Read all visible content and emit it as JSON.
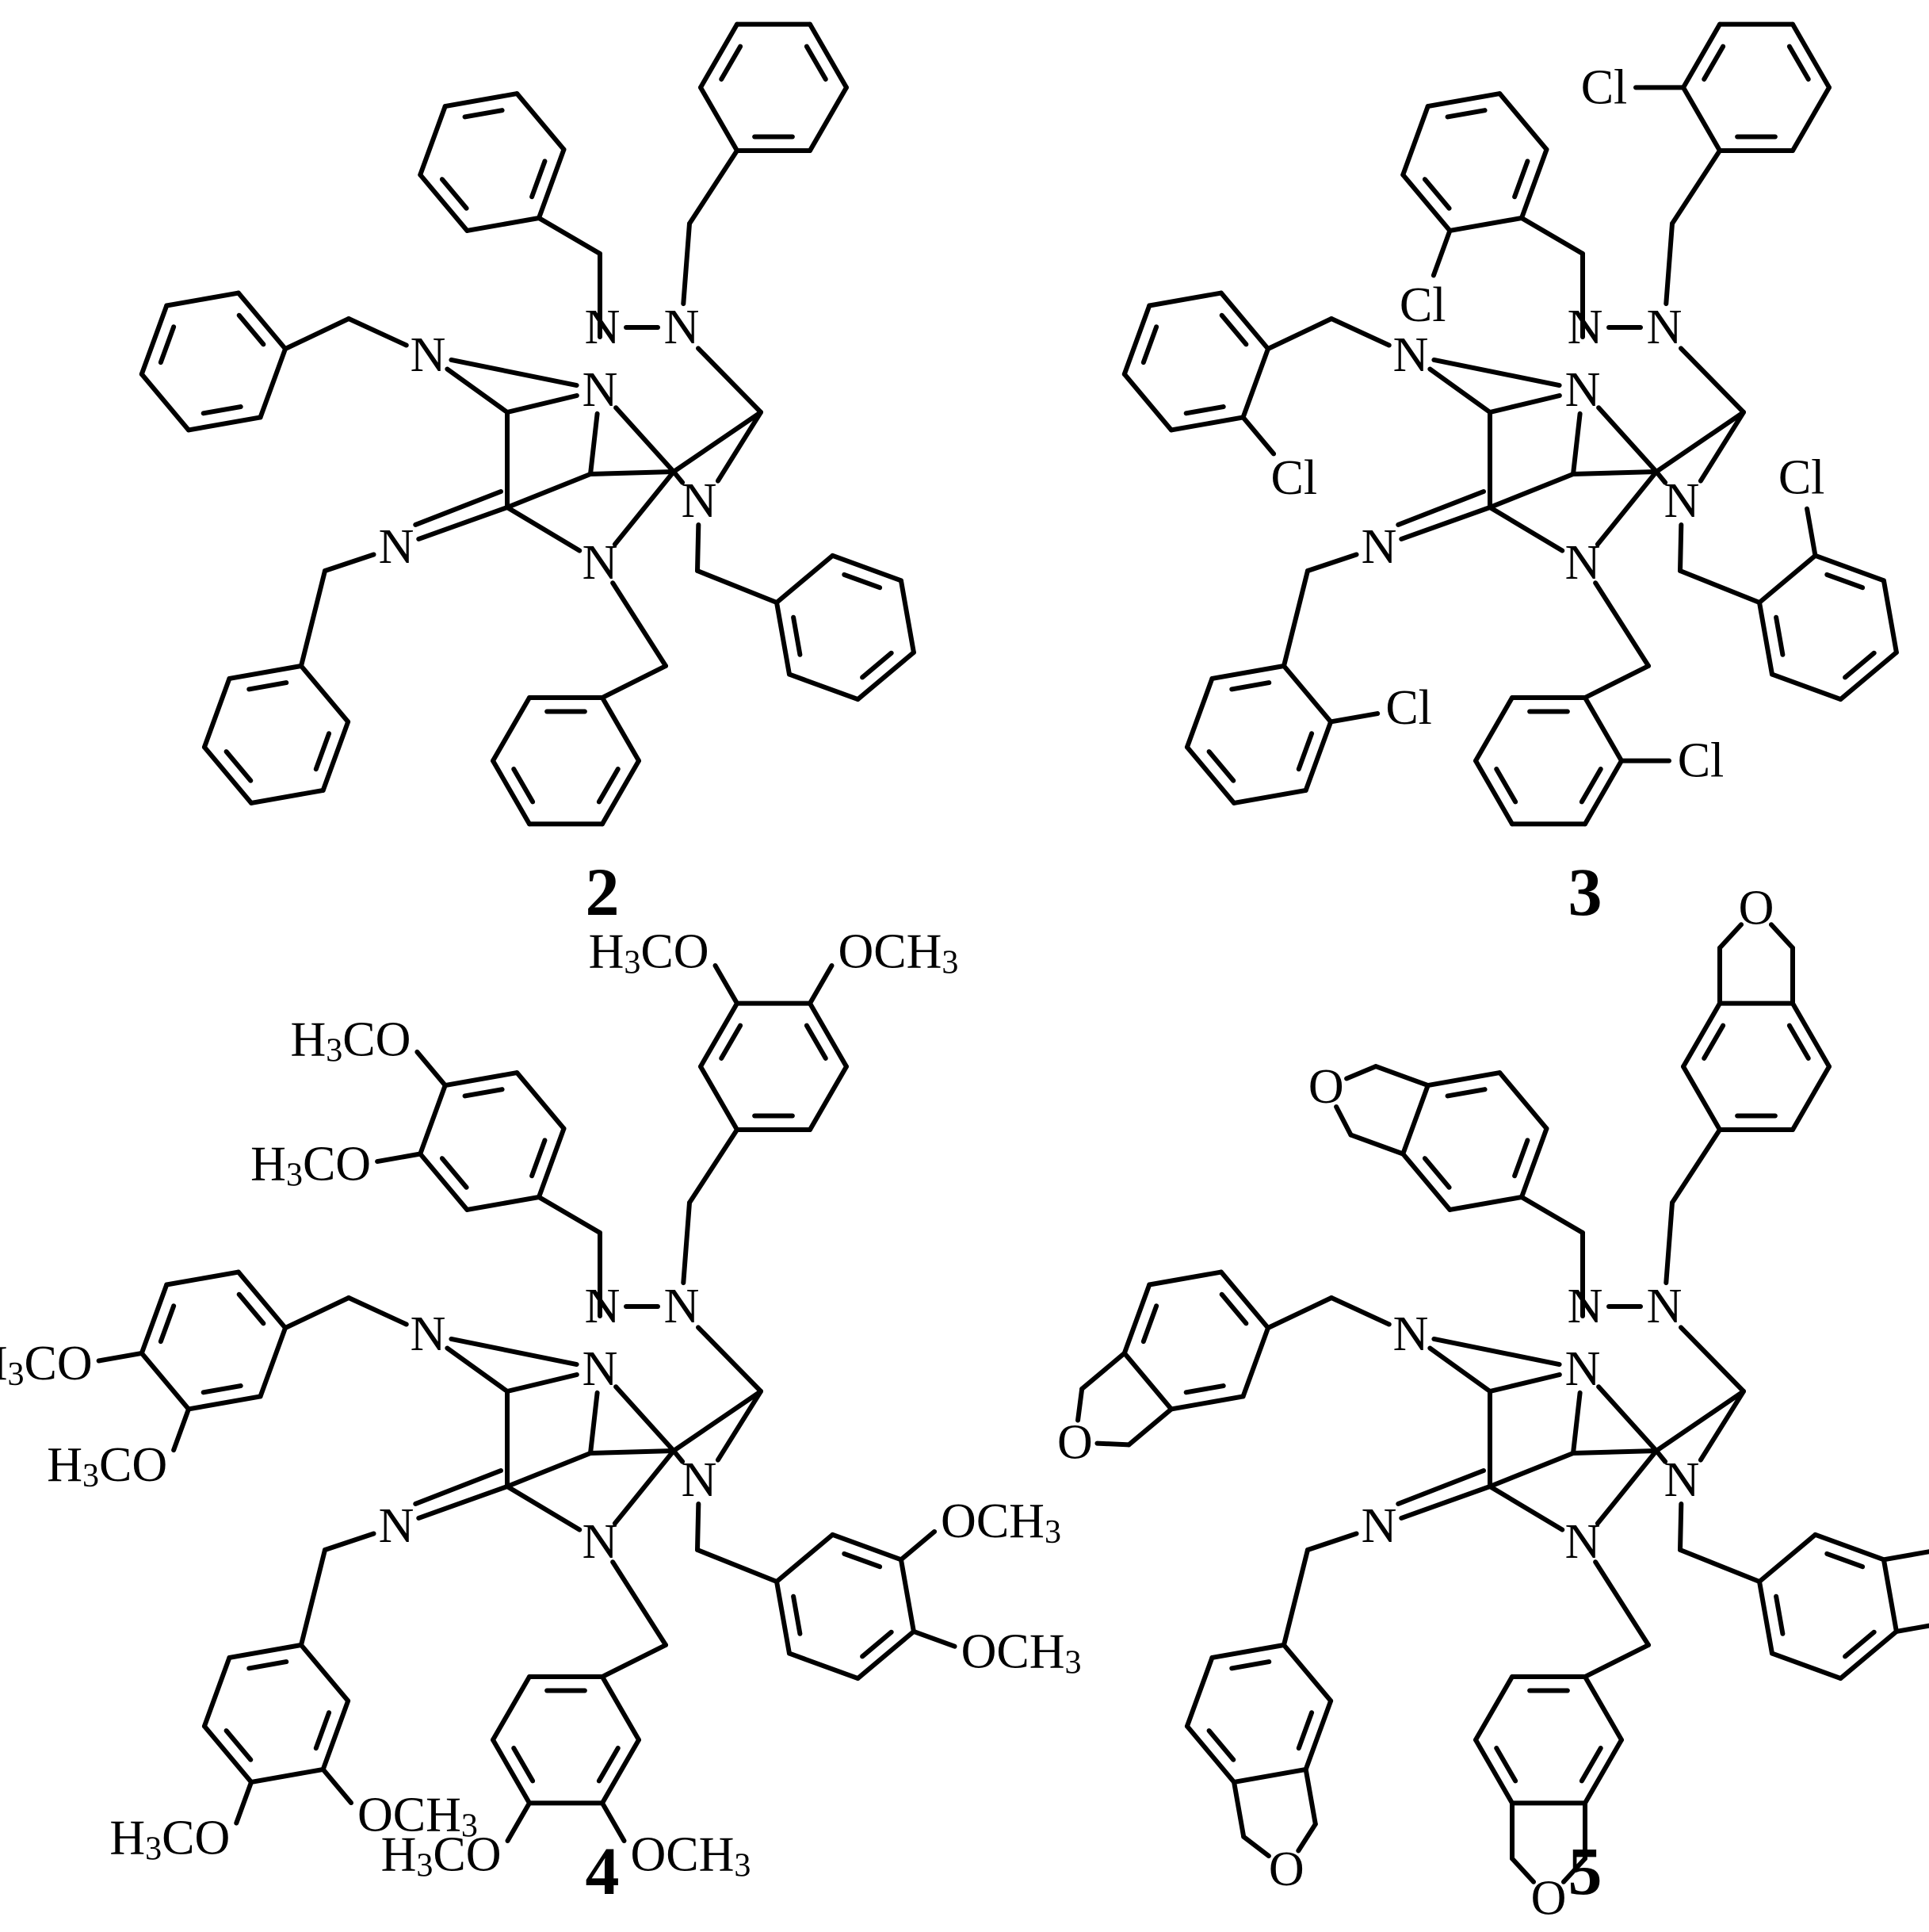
{
  "figure": {
    "compounds": [
      {
        "id": "compound-2",
        "label": "2",
        "substituent": "phenyl"
      },
      {
        "id": "compound-3",
        "label": "3",
        "substituent": "2-chlorophenyl"
      },
      {
        "id": "compound-4",
        "label": "4",
        "substituent": "3,4-dimethoxyphenyl"
      },
      {
        "id": "compound-5",
        "label": "5",
        "substituent": "dihydroisobenzofuranyl"
      }
    ],
    "atoms": {
      "N": "N",
      "Cl": "Cl",
      "O": "O",
      "OCH3_prefix": "OCH",
      "OCH3_sub": "3",
      "H3CO_H": "H",
      "H3CO_sub": "3",
      "H3CO_suffix": "CO"
    }
  }
}
